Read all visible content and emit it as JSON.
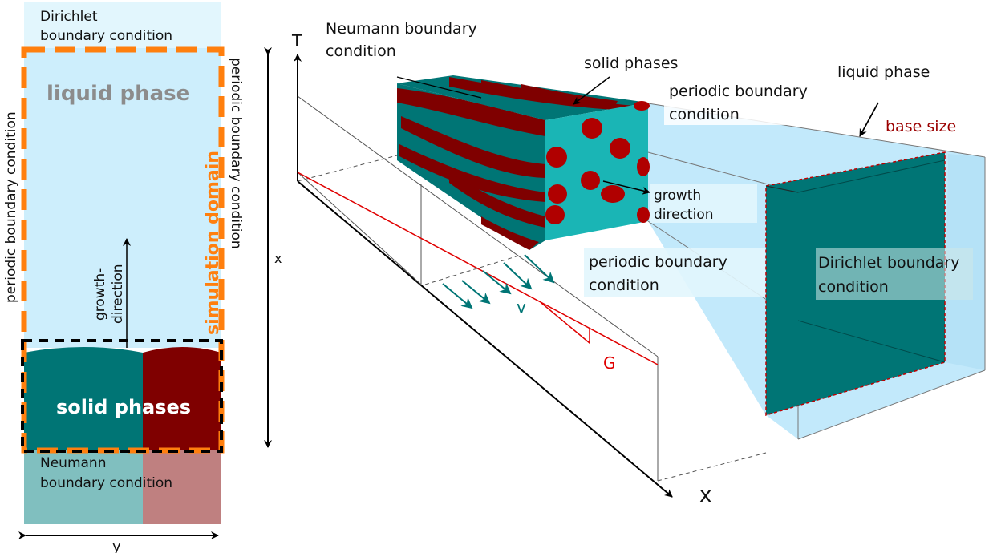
{
  "colors": {
    "liquid": "#cdeefc",
    "liquid_face": "#c2e9fb",
    "teal": "#007575",
    "teal_light": "#1ab5b5",
    "dark_red": "#7f0000",
    "crimson": "#b00000",
    "orange": "#ff7f0e",
    "gradient_red": "#e00000",
    "base_size_red": "#9b0000"
  },
  "left_panel": {
    "top_label_line1": "Dirichlet",
    "top_label_line2": "boundary condition",
    "liquid_phase": "liquid phase",
    "simulation_domain": "simulation domain",
    "periodic_left": "periodic boundary condition",
    "periodic_right": "periodic boundary condition",
    "growth_line1": "growth-",
    "growth_line2": "direction",
    "solid_phases": "solid phases",
    "bottom_label_line1": "Neumann",
    "bottom_label_line2": "boundary condition",
    "x_axis": "x",
    "y_axis": "y"
  },
  "right_panel": {
    "T_axis": "T",
    "x_axis": "x",
    "neumann_line1": "Neumann boundary",
    "neumann_line2": "condition",
    "solid_phases": "solid phases",
    "periodic_top_line1": "periodic boundary",
    "periodic_top_line2": "condition",
    "liquid_phase": "liquid phase",
    "base_size": "base size",
    "growth_line1": "growth",
    "growth_line2": "direction",
    "periodic_mid_line1": "periodic boundary",
    "periodic_mid_line2": "condition",
    "dirichlet_line1": "Dirichlet boundary",
    "dirichlet_line2": "condition",
    "velocity": "v",
    "gradient": "G"
  }
}
